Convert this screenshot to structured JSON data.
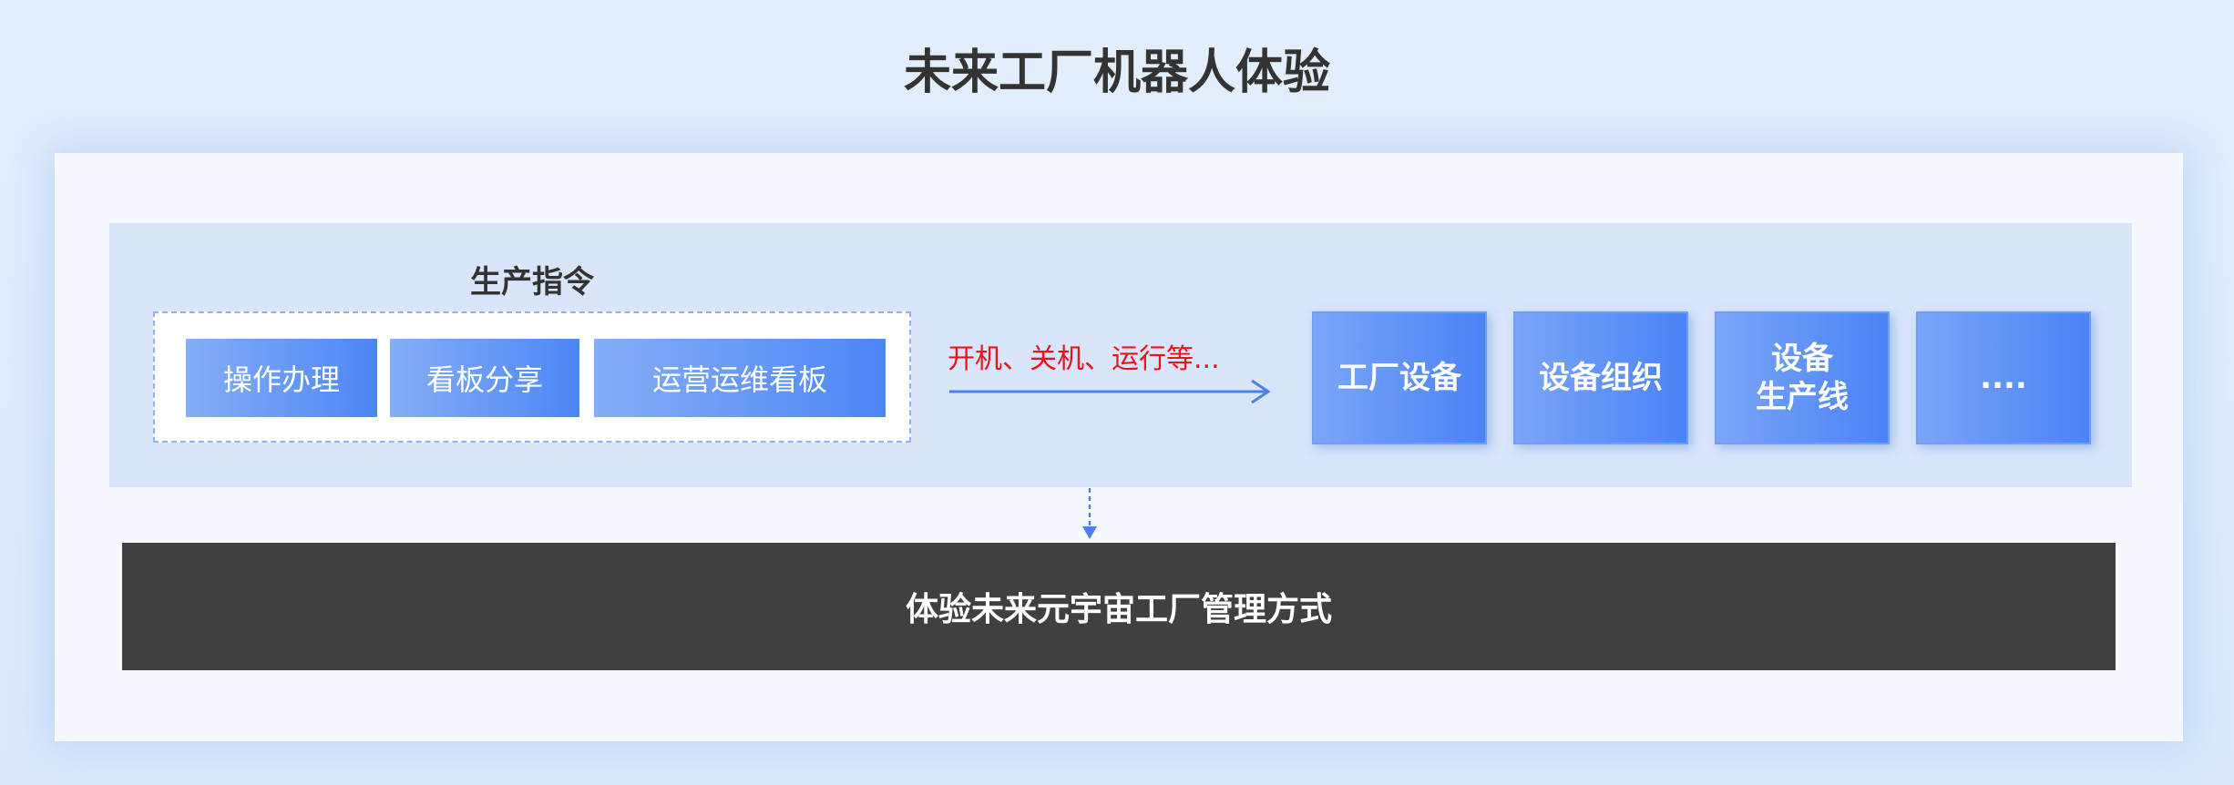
{
  "title": "未来工厂机器人体验",
  "command_group": {
    "title": "生产指令",
    "items": [
      "操作办理",
      "看板分享",
      "运营运维看板"
    ]
  },
  "arrow_label": "开机、关机、运行等...",
  "devices": [
    {
      "line1": "工厂设备",
      "line2": ""
    },
    {
      "line1": "设备组织",
      "line2": ""
    },
    {
      "line1": "设备",
      "line2": "生产线"
    },
    {
      "line1": "....",
      "line2": ""
    }
  ],
  "bottom_label": "体验未来元宇宙工厂管理方式",
  "colors": {
    "background": "#e3eefc",
    "band": "#d8e5fb",
    "box_gradient_start": "#85aef7",
    "box_gradient_end": "#4c86f5",
    "arrow": "#4a82e8",
    "arrow_label": "#e8141b",
    "bottom_bar": "#404040"
  }
}
